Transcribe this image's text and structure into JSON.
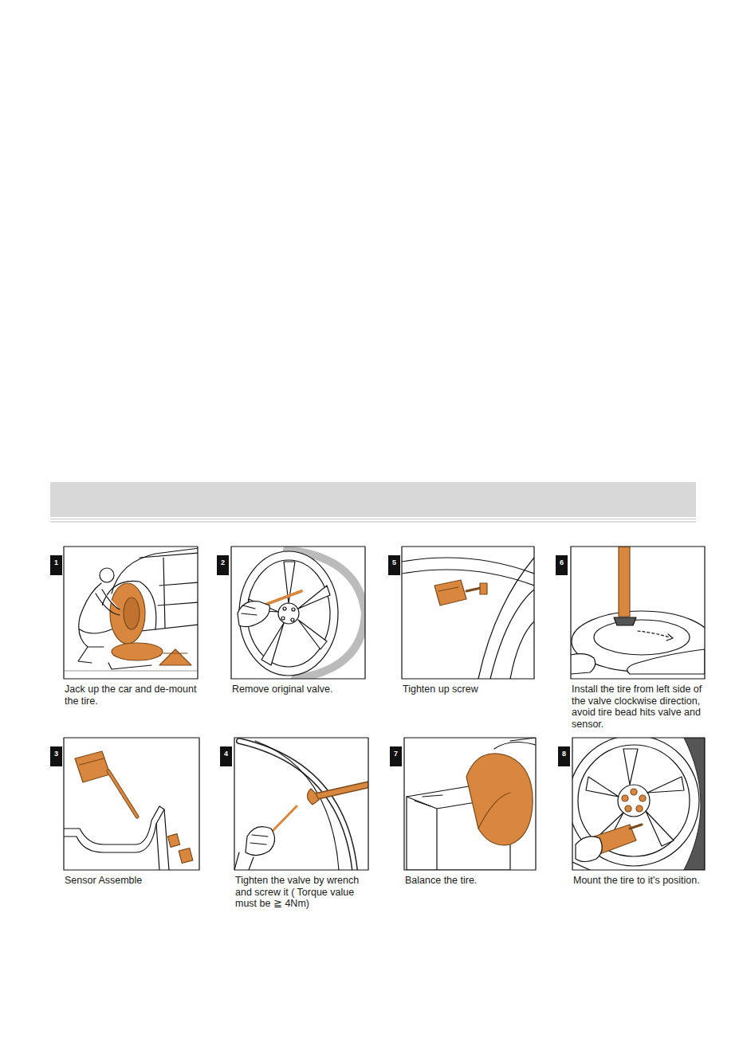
{
  "diagram": {
    "nodes": [
      {
        "text": [
          "1",
          "Jack up the car and de-mount the tire."
        ]
      },
      {
        "text": [
          "2",
          "Remove original valve."
        ]
      },
      {
        "text": [
          "5",
          "Tighten up screw"
        ]
      },
      {
        "text": [
          "6",
          "Install the tire from left side of the valve clockwise direction, avoid tire bead hits valve and sensor."
        ]
      },
      {
        "text": [
          "3",
          "Sensor Assemble"
        ]
      },
      {
        "text": [
          "4",
          "Tighten the valve by wrench and screw it ( Torque value must be ≧ 4Nm)"
        ]
      },
      {
        "text": [
          "7",
          "Balance the tire."
        ]
      },
      {
        "text": [
          "8",
          "Mount the tire to it's position."
        ]
      }
    ]
  }
}
